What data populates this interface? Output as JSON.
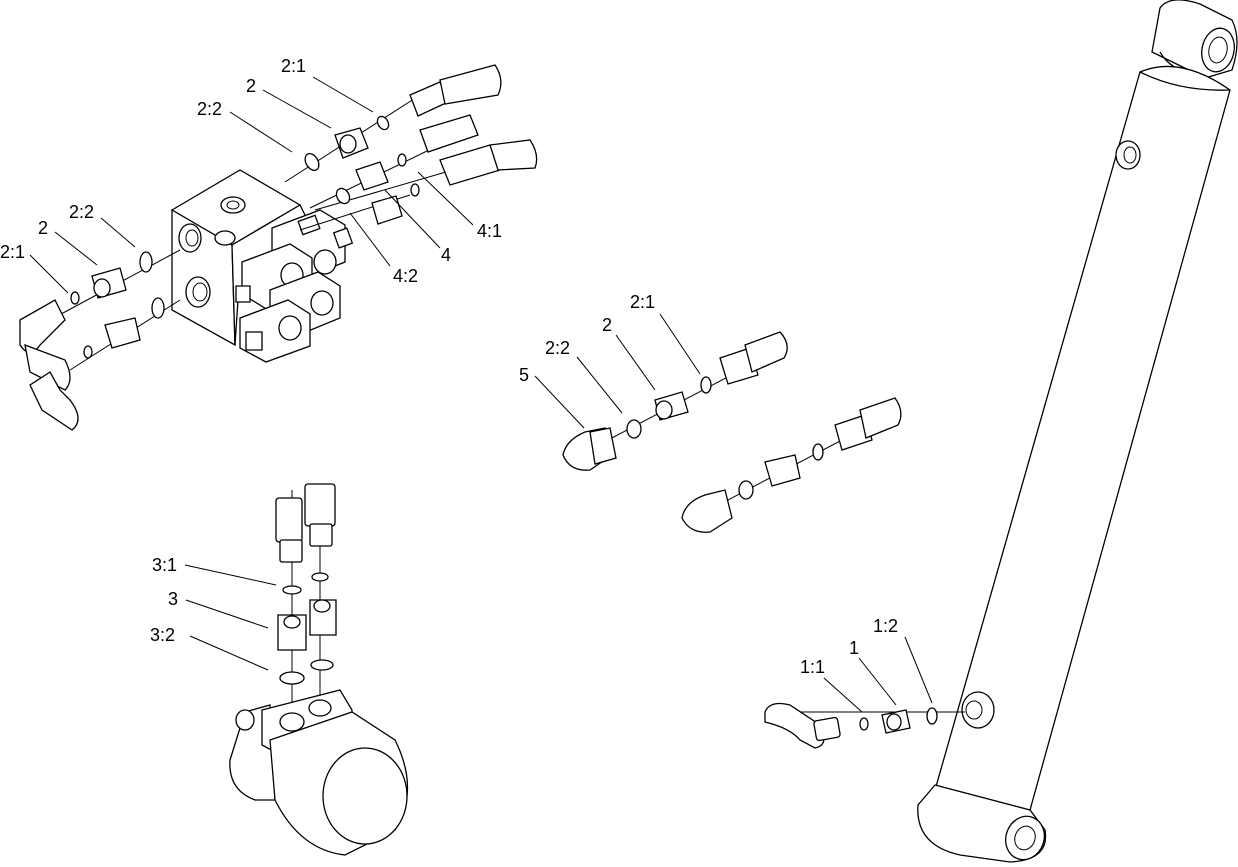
{
  "diagram": {
    "background": "#ffffff",
    "line_color": "#000000",
    "callouts": {
      "valve_top_2_1": "2:1",
      "valve_top_2": "2",
      "valve_top_2_2": "2:2",
      "valve_left_2_2": "2:2",
      "valve_left_2": "2",
      "valve_left_2_1": "2:1",
      "valve_4_1": "4:1",
      "valve_4": "4",
      "valve_4_2": "4:2",
      "mid_2_1": "2:1",
      "mid_2": "2",
      "mid_2_2": "2:2",
      "mid_5": "5",
      "motor_3_1": "3:1",
      "motor_3": "3",
      "motor_3_2": "3:2",
      "cyl_1_2": "1:2",
      "cyl_1_1": "1:1",
      "cyl_1": "1"
    }
  }
}
